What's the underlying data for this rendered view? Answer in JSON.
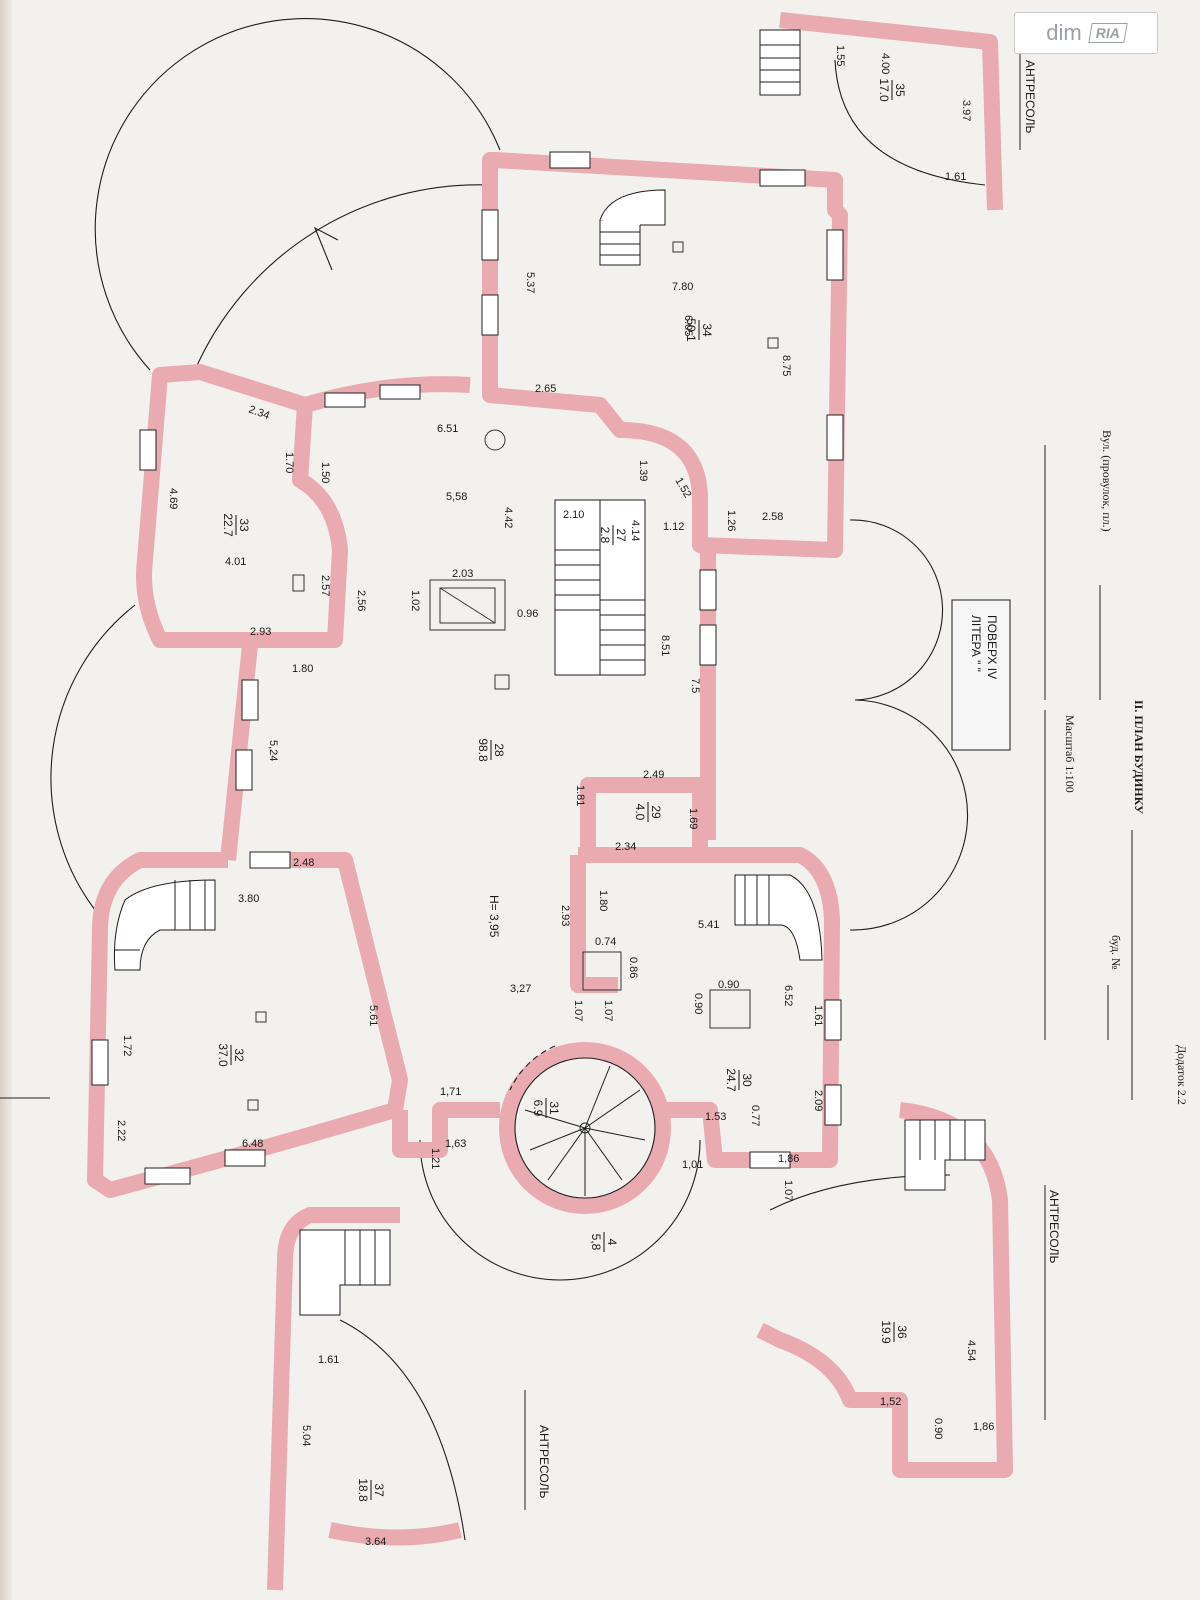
{
  "logo": {
    "brand": "dim",
    "sub": "RIA"
  },
  "header": {
    "appendix": "Додаток 2.2",
    "title": "ІІ. ПЛАН БУДИНКУ",
    "street": "Вул. (провулок, пл.)",
    "building": "буд. №",
    "scale": "Масштаб 1:100"
  },
  "floor_box": {
    "line1": "ПОВЕРХ  IV",
    "line2": "ЛІТЕРА \" \""
  },
  "mezzanine_label": "АНТРЕСОЛЬ",
  "rooms": [
    {
      "id": "35",
      "area": "17.0"
    },
    {
      "id": "34",
      "area": "50.1"
    },
    {
      "id": "33",
      "area": "22.7"
    },
    {
      "id": "27",
      "area": "2.8"
    },
    {
      "id": "28",
      "area": "98.8"
    },
    {
      "id": "29",
      "area": "4.0"
    },
    {
      "id": "32",
      "area": "37.0"
    },
    {
      "id": "30",
      "area": "24.7"
    },
    {
      "id": "31",
      "area": "6.9"
    },
    {
      "id": "4",
      "area": "5,8"
    },
    {
      "id": "36",
      "area": "19.9"
    },
    {
      "id": "37",
      "area": "18.8"
    }
  ],
  "height_label": "Н= 3,95",
  "dimensions": {
    "d_155": "1.55",
    "d_400": "4.00",
    "d_397": "3.97",
    "d_161a": "1.61",
    "d_537": "5.37",
    "d_780": "7.80",
    "d_605": "6.05",
    "d_875": "8.75",
    "d_265": "2.65",
    "d_651": "6.51",
    "d_139": "1.39",
    "d_152": "1.52",
    "d_126": "1.26",
    "d_258": "2.58",
    "d_234a": "2.34",
    "d_170": "1.70",
    "d_150": "1.50",
    "d_469": "4.69",
    "d_401": "4.01",
    "d_257": "2.57",
    "d_256": "2,56",
    "d_293a": "2.93",
    "d_180a": "1.80",
    "d_558": "5,58",
    "d_442": "4.42",
    "d_210": "2.10",
    "d_414": "4.14",
    "d_112": "1.12",
    "d_203": "2.03",
    "d_102": "1.02",
    "d_096": "0.96",
    "d_851": "8.51",
    "d_75": "7.5",
    "d_524": "5,24",
    "d_249": "2.49",
    "d_181": "1.81",
    "d_169": "1.69",
    "d_234b": "2.34",
    "d_248": "2.48",
    "d_380": "3.80",
    "d_180b": "1.80",
    "d_293b": "2.93",
    "d_074": "0.74",
    "d_086": "0.86",
    "d_327": "3,27",
    "d_541": "5.41",
    "d_090a": "0.90",
    "d_090b": "0.90",
    "d_652": "6.52",
    "d_161b": "1.61",
    "d_561": "5.61",
    "d_107a": "1.07",
    "d_107b": "1.07",
    "d_172": "1.72",
    "d_209": "2.09",
    "d_171": "1,71",
    "d_153": "1.53",
    "d_163": "1,63",
    "d_121": "1.21",
    "d_101": "1,01",
    "d_077": "0.77",
    "d_186a": "1,86",
    "d_222": "2.22",
    "d_648": "6.48",
    "d_107c": "1.07",
    "d_454": "4.54",
    "d_152b": "1,52",
    "d_090c": "0.90",
    "d_186b": "1,86",
    "d_161c": "1.61",
    "d_504": "5.04",
    "d_364": "3.64"
  }
}
